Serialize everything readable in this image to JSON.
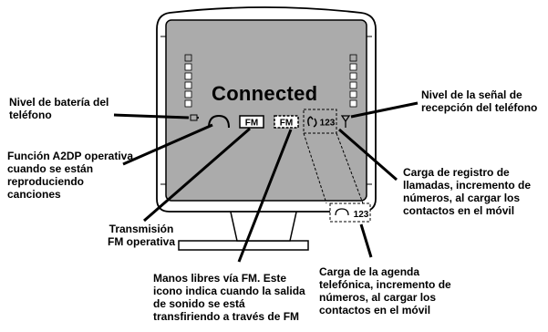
{
  "screen": {
    "status_text": "Connected",
    "icons": {
      "fm_transmission": "FM",
      "handsfree_fm": "FM",
      "call_log_counter": "123",
      "phonebook_counter": "123"
    }
  },
  "callouts": {
    "battery": [
      "Nivel de batería del",
      "teléfono"
    ],
    "a2dp": [
      "Función A2DP operativa",
      "cuando se están",
      "reproduciendo",
      "canciones"
    ],
    "fm_tx": [
      "Transmisión",
      "FM operativa"
    ],
    "handsfree": [
      "Manos libres vía FM. Este",
      "icono indica cuando la salida",
      "de sonido se está",
      "transfiriendo a través de FM"
    ],
    "phonebook": [
      "Carga de la agenda",
      "telefónica, incremento de",
      "números, al cargar los",
      "contactos en el móvil"
    ],
    "signal": [
      "Nivel de la señal de",
      "recepción del teléfono"
    ],
    "call_log": [
      "Carga de registro de",
      "llamadas, incremento de",
      "números, al cargar los",
      "contactos en el móvil"
    ]
  }
}
